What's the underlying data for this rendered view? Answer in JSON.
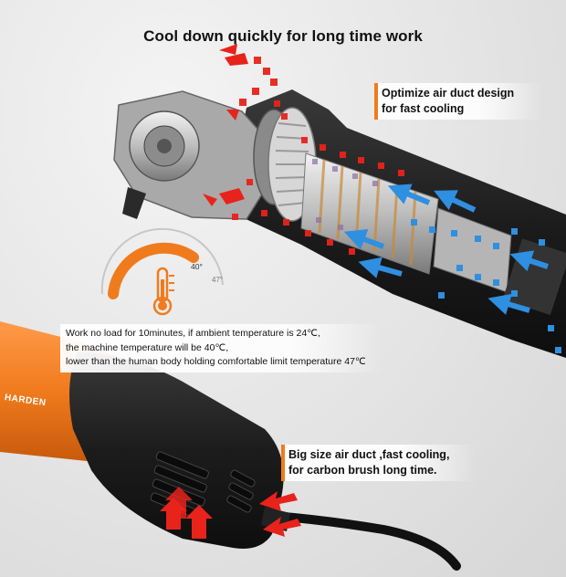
{
  "headline": "Cool down quickly for long time work",
  "callout_duct": {
    "line1": "Optimize air duct design",
    "line2": "for fast cooling"
  },
  "callout_brush": {
    "line1": "Big size air duct ,fast cooling,",
    "line2": "for carbon brush long time."
  },
  "temperature_note": {
    "line1": "Work no load for 10minutes, if ambient temperature is 24℃,",
    "line2": "the machine temperature will be 40℃,",
    "line3": "lower than the human body holding comfortable limit temperature 47℃"
  },
  "gauge": {
    "current_label": "40°",
    "limit_label": "47°",
    "current_value": 40,
    "limit_value": 47
  },
  "brand": "HARDEN",
  "colors": {
    "accent_orange": "#f07b1d",
    "hot_red": "#e8231c",
    "cool_blue": "#2f8fe0",
    "housing_black": "#1c1c1c"
  },
  "icons": [
    "thermometer-icon",
    "hot-air-arrow-icon",
    "cool-air-arrow-icon"
  ]
}
